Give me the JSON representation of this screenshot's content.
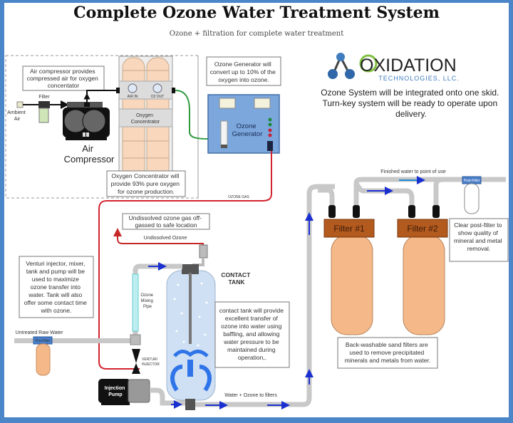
{
  "header": {
    "title": "Complete Ozone Water Treatment System",
    "subtitle": "Ozone + filtration for complete water treatment"
  },
  "logo": {
    "brand_main": "OXIDATION",
    "brand_sub": "TECHNOLOGIES, LLC.",
    "icon": "molecule-icon",
    "brand_color": "#2f5f9e",
    "accent_color": "#7fbf3f"
  },
  "skid_note": {
    "line1": "Ozone System will be integrated onto one skid.",
    "line2": "Turn-key system will be ready to operate upon",
    "line3": "delivery."
  },
  "air_compressor": {
    "note": [
      "Air compressor provides",
      "compressed air for oxygen",
      "concentator"
    ],
    "label": [
      "Air",
      "Compressor"
    ],
    "filter_label": "Filter",
    "ambient_label": [
      "Ambient",
      "Air"
    ]
  },
  "oxygen_concentrator": {
    "label": [
      "Oxygen",
      "Concentrator"
    ],
    "gauge_in": "AIR IN",
    "gauge_out": "O2 OUT",
    "note": [
      "Oxygen Concentrator will",
      "provide 93% pure oxygen",
      "for ozone production."
    ]
  },
  "ozone_generator": {
    "note": [
      "Ozone Generator will",
      "convert up to 10% of the",
      "oxygen into ozone."
    ],
    "label": [
      "Ozone",
      "Generator"
    ],
    "gas_label": "OZONE GAS"
  },
  "offgas": {
    "note": [
      "Undissolved ozone gas off-",
      "gassed to safe location"
    ],
    "label": "Undissolved Ozone"
  },
  "contact_tank": {
    "label": [
      "CONTACT",
      "TANK"
    ],
    "note": [
      "contact tank will provide",
      "excellent transfer of",
      "ozone into water using",
      "baffling, and allowing",
      "water pressure to be",
      "maintained during",
      "operation,."
    ]
  },
  "venturi": {
    "note": [
      "Venturi injector, mixer,",
      "tank and pump will be",
      "used to maximize",
      "ozone transfer into",
      "water.  Tank will also",
      "offer some contact time",
      "with ozone."
    ],
    "mixing_pipe_label": [
      "Ozone",
      "Mixing",
      "Pipe"
    ],
    "injector_label": [
      "VENTURI",
      "INJECTOR"
    ],
    "pump_label": [
      "Injection",
      "Pump"
    ]
  },
  "raw_water": {
    "label": "Untreated Raw Water",
    "prefilter_label": "Pre-Filter"
  },
  "flow": {
    "to_filters": "Water + Ozone to filters",
    "finished": "Finished water to point of use"
  },
  "filters": {
    "filter1": "Filter #1",
    "filter2": "Filter #2",
    "note": [
      "Back-washable sand filters are",
      "used to remove precipitated",
      "minerals and metals from water."
    ]
  },
  "post_filter": {
    "label": "Post-Filter",
    "note": [
      "Clear post-filter to",
      "show quality of",
      "mineral and metal",
      "removal."
    ]
  }
}
